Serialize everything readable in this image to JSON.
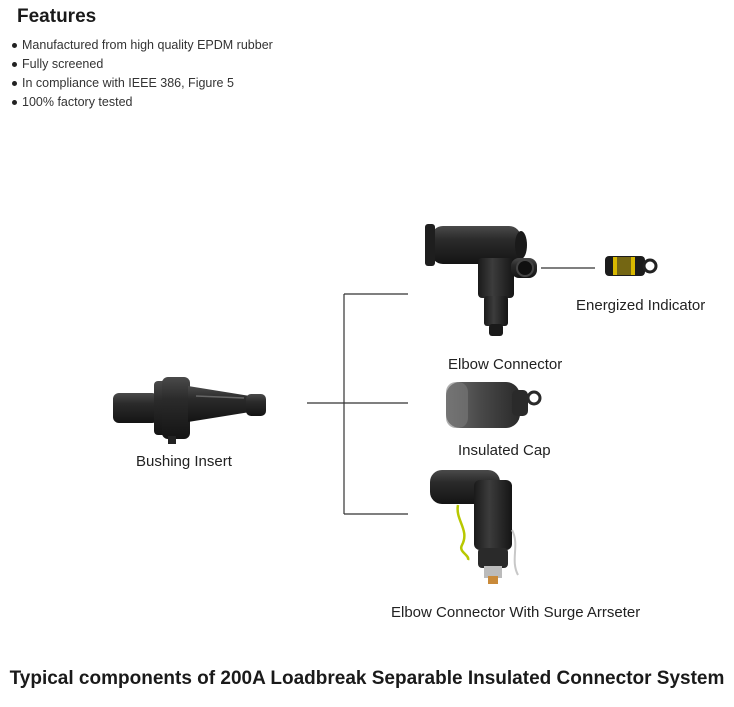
{
  "features": {
    "heading": "Features",
    "items": [
      "Manufactured from high quality EPDM rubber",
      "Fully screened",
      "In compliance with IEEE 386, Figure 5",
      "100% factory tested"
    ]
  },
  "components": {
    "bushing_insert": "Bushing Insert",
    "elbow_connector": "Elbow Connector",
    "energized_indicator": "Energized Indicator",
    "insulated_cap": "Insulated Cap",
    "elbow_surge": "Elbow Connector With Surge Arrseter"
  },
  "caption": "Typical components of 200A Loadbreak Separable Insulated Connector System",
  "colors": {
    "rubber": "#2a2a2a",
    "indicator_band": "#d8b800"
  }
}
